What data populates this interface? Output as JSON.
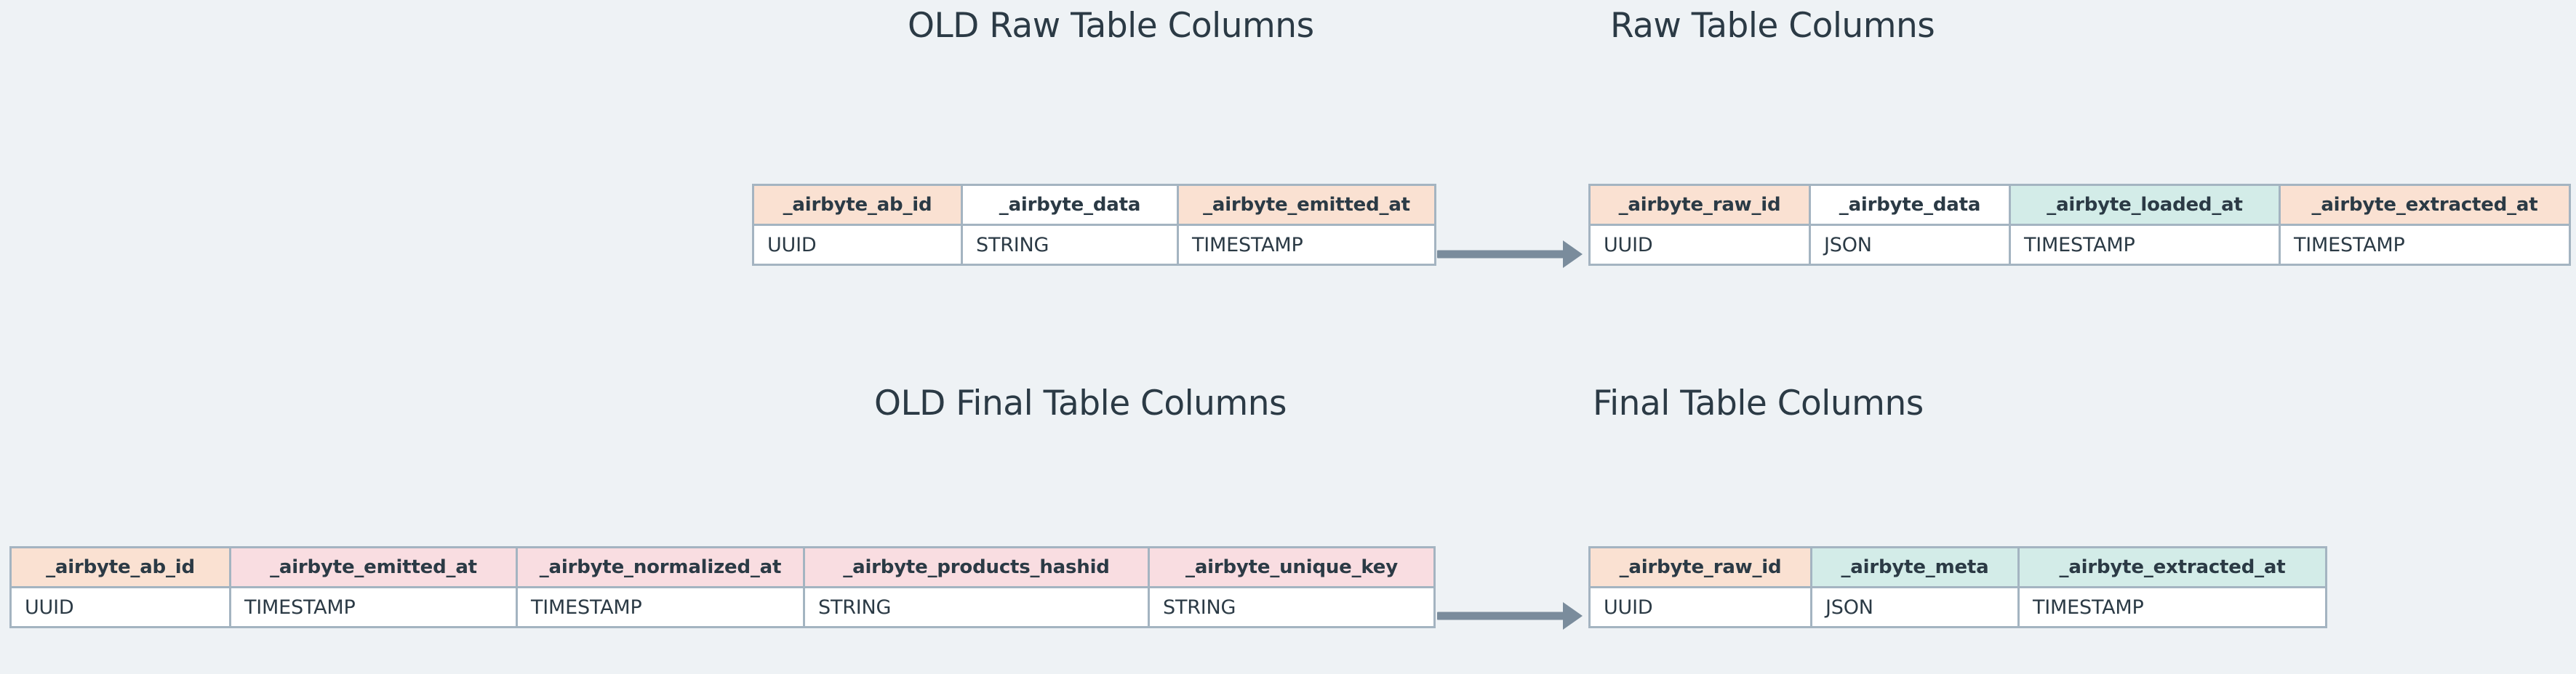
{
  "theme": {
    "background": "#eef2f5",
    "text": "#2b3a45",
    "border": "#a4b4c1",
    "arrow": "#7a8c9c",
    "fill_peach": "#fae1d2",
    "fill_pink": "#f9dde1",
    "fill_mint": "#d3ece8",
    "fill_white": "#ffffff"
  },
  "sections": {
    "old_raw": {
      "title": "OLD Raw Table Columns",
      "table": {
        "headers": [
          {
            "label": "_airbyte_ab_id",
            "fill": "peach"
          },
          {
            "label": "_airbyte_data",
            "fill": "white"
          },
          {
            "label": "_airbyte_emitted_at",
            "fill": "peach"
          }
        ],
        "values": [
          {
            "label": "UUID",
            "fill": "white"
          },
          {
            "label": "STRING",
            "fill": "peach"
          },
          {
            "label": "TIMESTAMP",
            "fill": "white"
          }
        ]
      }
    },
    "new_raw": {
      "title": "Raw Table Columns",
      "table": {
        "headers": [
          {
            "label": "_airbyte_raw_id",
            "fill": "peach"
          },
          {
            "label": "_airbyte_data",
            "fill": "white"
          },
          {
            "label": "_airbyte_loaded_at",
            "fill": "mint"
          },
          {
            "label": "_airbyte_extracted_at",
            "fill": "peach"
          }
        ],
        "values": [
          {
            "label": "UUID",
            "fill": "white"
          },
          {
            "label": "JSON",
            "fill": "peach"
          },
          {
            "label": "TIMESTAMP",
            "fill": "white"
          },
          {
            "label": "TIMESTAMP",
            "fill": "white"
          }
        ]
      }
    },
    "old_final": {
      "title": "OLD Final Table Columns",
      "table": {
        "headers": [
          {
            "label": "_airbyte_ab_id",
            "fill": "peach"
          },
          {
            "label": "_airbyte_emitted_at",
            "fill": "pink"
          },
          {
            "label": "_airbyte_normalized_at",
            "fill": "pink"
          },
          {
            "label": "_airbyte_products_hashid",
            "fill": "pink"
          },
          {
            "label": "_airbyte_unique_key",
            "fill": "pink"
          }
        ],
        "values": [
          {
            "label": "UUID",
            "fill": "white"
          },
          {
            "label": "TIMESTAMP",
            "fill": "white"
          },
          {
            "label": "TIMESTAMP",
            "fill": "white"
          },
          {
            "label": "STRING",
            "fill": "white"
          },
          {
            "label": "STRING",
            "fill": "white"
          }
        ]
      }
    },
    "new_final": {
      "title": "Final Table Columns",
      "table": {
        "headers": [
          {
            "label": "_airbyte_raw_id",
            "fill": "peach"
          },
          {
            "label": "_airbyte_meta",
            "fill": "mint"
          },
          {
            "label": "_airbyte_extracted_at",
            "fill": "mint"
          }
        ],
        "values": [
          {
            "label": "UUID",
            "fill": "white"
          },
          {
            "label": "JSON",
            "fill": "white"
          },
          {
            "label": "TIMESTAMP",
            "fill": "white"
          }
        ]
      }
    }
  },
  "arrows": [
    {
      "name": "arrow-raw-migration",
      "from": "old_raw",
      "to": "new_raw"
    },
    {
      "name": "arrow-final-migration",
      "from": "old_final",
      "to": "new_final"
    }
  ]
}
